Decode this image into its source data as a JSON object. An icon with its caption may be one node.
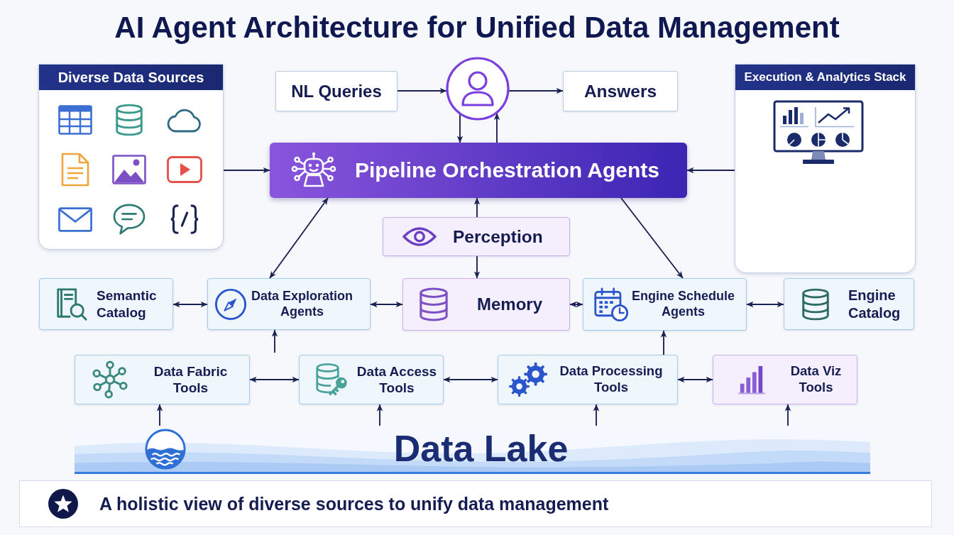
{
  "diagram": {
    "title": "AI Agent Architecture for Unified Data Management",
    "nodes": [
      {
        "text": [
          "Diverse Data Sources"
        ]
      },
      {
        "text": [
          "NL Queries"
        ]
      },
      {
        "text": [],
        "shape": "person"
      },
      {
        "text": [
          "Answers"
        ]
      },
      {
        "text": [
          "Execution & Analytics Stack"
        ]
      },
      {
        "text": [
          "Pipeline Orchestration Agents"
        ]
      },
      {
        "text": [
          "Perception"
        ]
      },
      {
        "text": [
          "Semantic Catalog"
        ]
      },
      {
        "text": [
          "Data Exploration Agents"
        ]
      },
      {
        "text": [
          "Memory"
        ]
      },
      {
        "text": [
          "Engine Schedule Agents"
        ]
      },
      {
        "text": [
          "Engine Catalog"
        ]
      },
      {
        "text": [
          "Data Fabric Tools"
        ]
      },
      {
        "text": [
          "Data Access Tools"
        ]
      },
      {
        "text": [
          "Data Processing Tools"
        ]
      },
      {
        "text": [
          "Data Viz Tools"
        ]
      },
      {
        "text": [
          "Data Lake"
        ]
      },
      {
        "text": [
          "A holistic view of diverse sources to unify data management"
        ]
      }
    ],
    "edges": [
      {
        "from": 1,
        "to": 2,
        "arrow": "to"
      },
      {
        "from": 2,
        "to": 3,
        "arrow": "to"
      },
      {
        "from": 2,
        "to": 5,
        "arrow": "to"
      },
      {
        "from": 5,
        "to": 2,
        "arrow": "to"
      },
      {
        "from": 0,
        "to": 5,
        "arrow": "to"
      },
      {
        "from": 4,
        "to": 5,
        "arrow": "to"
      },
      {
        "from": 5,
        "to": 8,
        "arrow": "both"
      },
      {
        "from": 6,
        "to": 5,
        "arrow": "to"
      },
      {
        "from": 6,
        "to": 9,
        "arrow": "to"
      },
      {
        "from": 5,
        "to": 10,
        "arrow": "to"
      },
      {
        "from": 7,
        "to": 8,
        "arrow": "both"
      },
      {
        "from": 8,
        "to": 9,
        "arrow": "both"
      },
      {
        "from": 9,
        "to": 10,
        "arrow": "both"
      },
      {
        "from": 10,
        "to": 11,
        "arrow": "both"
      },
      {
        "from": null,
        "to": 8,
        "arrow": "to"
      },
      {
        "from": 14,
        "to": 10,
        "arrow": "to"
      },
      {
        "from": 12,
        "to": 13,
        "arrow": "both"
      },
      {
        "from": 13,
        "to": 14,
        "arrow": "both"
      },
      {
        "from": 14,
        "to": 15,
        "arrow": "both"
      },
      {
        "from": 16,
        "to": 12,
        "arrow": "to"
      },
      {
        "from": 16,
        "to": 13,
        "arrow": "to"
      },
      {
        "from": 16,
        "to": 14,
        "arrow": "to"
      },
      {
        "from": 16,
        "to": 15,
        "arrow": "to"
      }
    ]
  }
}
